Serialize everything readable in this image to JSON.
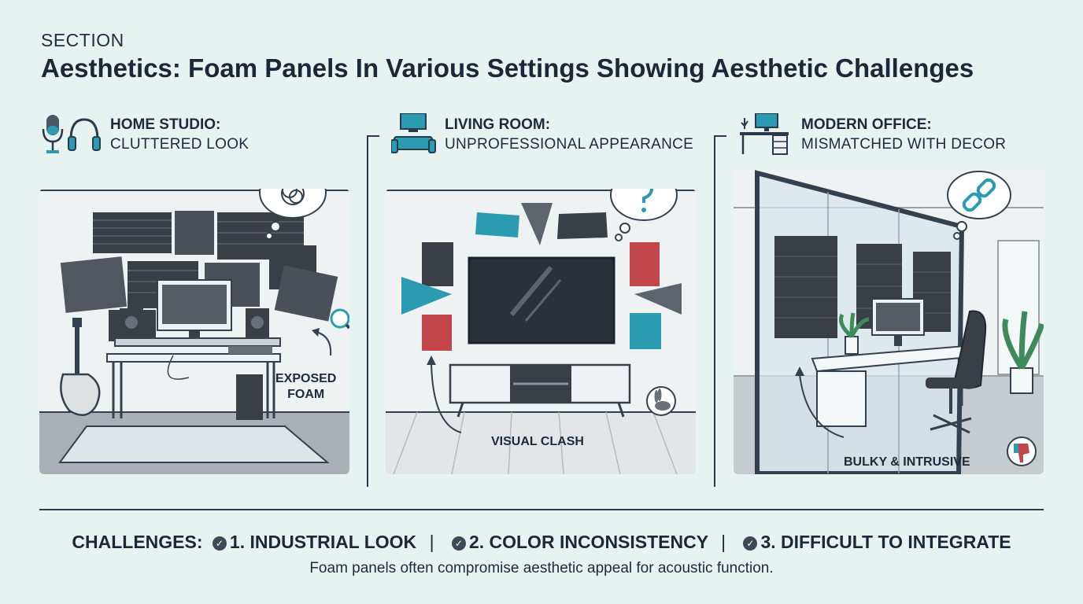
{
  "header": {
    "section_label": "SECTION",
    "title": "Aesthetics:  Foam Panels In Various Settings Showing Aesthetic Challenges"
  },
  "settings": [
    {
      "title": "HOME STUDIO:",
      "subtitle": "CLUTTERED LOOK",
      "callout": "EXPOSED\nFOAM",
      "icons": [
        "microphone-icon",
        "headphones-icon"
      ],
      "badge_icon": "magnifier-icon",
      "thought_icon": "tangled-scribble-icon"
    },
    {
      "title": "LIVING ROOM:",
      "subtitle": "UNPROFESSIONAL APPEARANCE",
      "callout": "VISUAL CLASH",
      "icons": [
        "tv-icon",
        "sofa-icon"
      ],
      "badge_icon": "rabbit-icon",
      "thought_icon": "question-mark-icon"
    },
    {
      "title": "MODERN OFFICE:",
      "subtitle": "MISMATCHED WITH DECOR",
      "callout": "BULKY & INTRUSIVE",
      "icons": [
        "desk-icon",
        "monitor-icon"
      ],
      "badge_icon": "thumbs-down-icon",
      "thought_icon": "broken-link-icon"
    }
  ],
  "footer": {
    "challenges_label": "CHALLENGES:",
    "challenges": [
      "1. INDUSTRIAL LOOK",
      "2. COLOR INCONSISTENCY",
      "3. DIFFICULT TO INTEGRATE"
    ],
    "separator": "|",
    "summary": "Foam panels often compromise aesthetic appeal for acoustic function."
  },
  "colors": {
    "background": "#e7f3f1",
    "accent_teal": "#2a9bb0",
    "accent_red": "#c0464a",
    "foam_dark": "#3a3f46",
    "text": "#1c2b3b"
  }
}
